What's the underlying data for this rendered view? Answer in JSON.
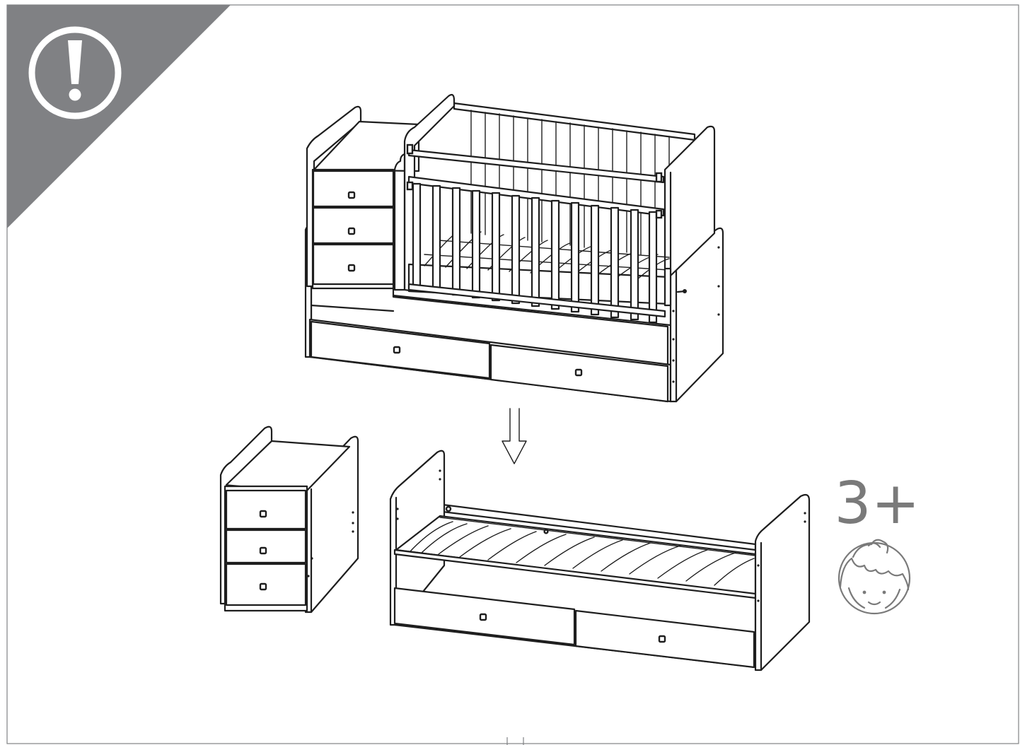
{
  "warning": {
    "banner_color": "#808184",
    "icon_color": "#ffffff",
    "icon": "exclamation-icon"
  },
  "age_badge": {
    "text": "3+",
    "color": "#7a7a7a",
    "icon": "child-face-icon"
  },
  "illustrations": {
    "top": "convertible-crib-with-dresser",
    "bottom_left": "three-drawer-dresser",
    "bottom_right": "junior-bed-with-drawers",
    "transition": "down-arrow-icon"
  },
  "colors": {
    "line": "#1e1e1e",
    "frame": "#808184"
  }
}
